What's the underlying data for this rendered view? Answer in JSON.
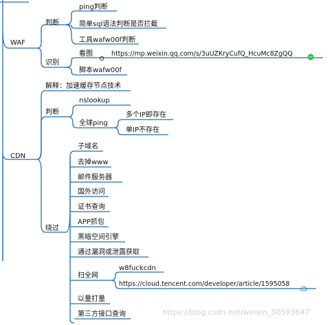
{
  "colors": {
    "branch": "#1f6fb5"
  },
  "waf": {
    "label": "WAF",
    "judge": {
      "label": "判断",
      "items": [
        "ping判断",
        "简单sql语法判断是否拦截",
        "工具wafw00f判断"
      ]
    },
    "identify": {
      "label": "识别",
      "look": "看图",
      "look_url": "https://mp.weixin.qq.com/s/3uUZKryCufQ_HcuMc8ZgQQ",
      "script": "脚本wafw00f"
    }
  },
  "cdn": {
    "label": "CDN",
    "explain": "解释：加速缓存节点技术",
    "judge": {
      "label": "判断",
      "nslookup": "nslookup",
      "ping": {
        "label": "全球ping",
        "items": [
          "多个IP即存在",
          "单IP不存在"
        ]
      }
    },
    "bypass": {
      "label": "绕过",
      "items": [
        "子域名",
        "去掉www",
        "邮件服务器",
        "国外访问",
        "证书查询",
        "APP抓包",
        "黑暗空间引擎",
        "通过漏洞或泄露获取"
      ],
      "scan": {
        "label": "扫全网",
        "tool": "w8fuckcdn",
        "url": "https://cloud.tencent.com/developer/article/1595058"
      },
      "tail": [
        "以量打量",
        "第三方接口查询"
      ]
    }
  },
  "watermark": "https://blog.csdn.net/weixin_50593647"
}
